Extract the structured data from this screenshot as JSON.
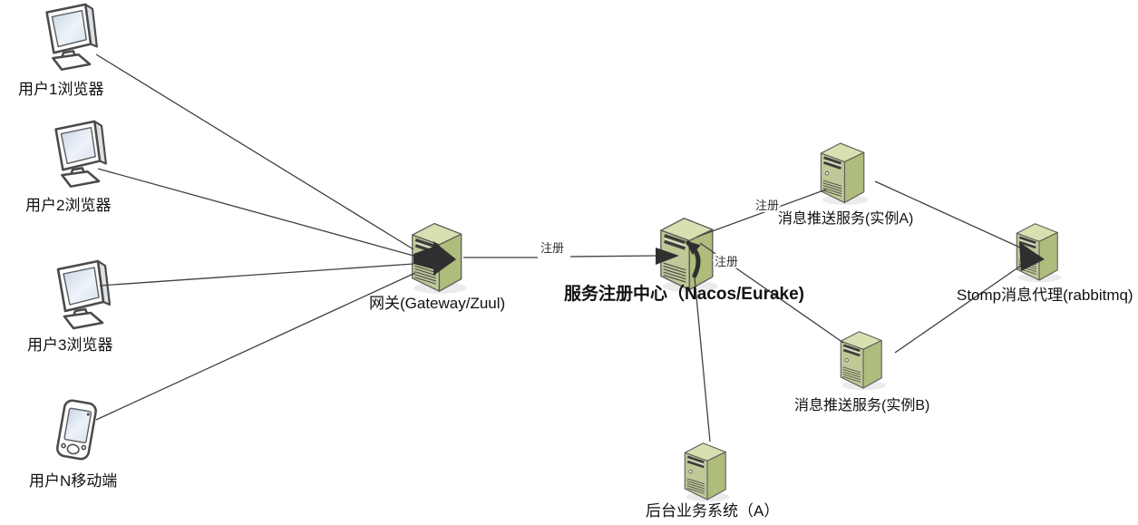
{
  "diagram": {
    "type": "architecture-topology",
    "language": "zh-CN",
    "nodes": {
      "user1": {
        "label": "用户1浏览器",
        "icon": "desktop-monitor"
      },
      "user2": {
        "label": "用户2浏览器",
        "icon": "desktop-monitor"
      },
      "user3": {
        "label": "用户3浏览器",
        "icon": "desktop-monitor"
      },
      "userN": {
        "label": "用户N移动端",
        "icon": "mobile-device"
      },
      "gateway": {
        "label": "网关(Gateway/Zuul)",
        "icon": "server-tower"
      },
      "registry": {
        "label": "服务注册中心（Nacos/Eurake)",
        "icon": "server-tower"
      },
      "push_a": {
        "label": "消息推送服务(实例A)",
        "icon": "server-tower"
      },
      "push_b": {
        "label": "消息推送服务(实例B)",
        "icon": "server-tower"
      },
      "stomp": {
        "label": "Stomp消息代理(rabbitmq)",
        "icon": "server-tower"
      },
      "backend": {
        "label": "后台业务系统（A）",
        "icon": "server-tower"
      }
    },
    "edges": [
      {
        "from": "user1",
        "to": "gateway"
      },
      {
        "from": "user2",
        "to": "gateway"
      },
      {
        "from": "user3",
        "to": "gateway"
      },
      {
        "from": "userN",
        "to": "gateway"
      },
      {
        "from": "gateway",
        "to": "registry",
        "label": "注册"
      },
      {
        "from": "push_a",
        "to": "registry",
        "label": "注册"
      },
      {
        "from": "push_b",
        "to": "registry",
        "label": "注册"
      },
      {
        "from": "backend",
        "to": "registry"
      },
      {
        "from": "push_a",
        "to": "stomp"
      },
      {
        "from": "push_b",
        "to": "stomp"
      }
    ],
    "colors": {
      "server_top": "#d9dfb0",
      "server_side": "#aebc7c",
      "server_front": "#bfc897",
      "outline": "#5a5a5a",
      "edge": "#404040",
      "arrow": "#2f2f2f",
      "text": "#111111",
      "text_secondary": "#333333"
    }
  }
}
